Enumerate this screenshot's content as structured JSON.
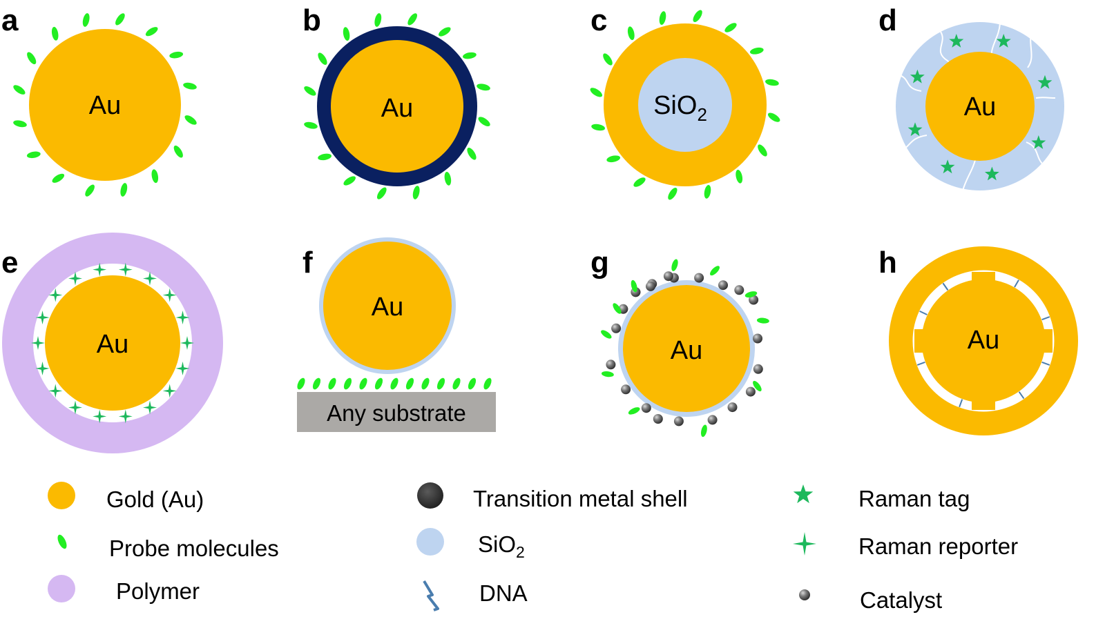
{
  "panels": [
    {
      "letter": "a",
      "core_label": "Au"
    },
    {
      "letter": "b",
      "core_label": "Au"
    },
    {
      "letter": "c",
      "core_label": "SiO",
      "core_sub": "2"
    },
    {
      "letter": "d",
      "core_label": "Au"
    },
    {
      "letter": "e",
      "core_label": "Au"
    },
    {
      "letter": "f",
      "core_label": "Au",
      "substrate_label": "Any substrate"
    },
    {
      "letter": "g",
      "core_label": "Au"
    },
    {
      "letter": "h",
      "core_label": "Au"
    }
  ],
  "legend": [
    {
      "icon": "gold-circle-icon",
      "label": "Gold (Au)"
    },
    {
      "icon": "probe-molecule-icon",
      "label": "Probe molecules"
    },
    {
      "icon": "polymer-circle-icon",
      "label": "Polymer"
    },
    {
      "icon": "transition-metal-circle-icon",
      "label": "Transition metal shell"
    },
    {
      "icon": "sio2-circle-icon",
      "label": "SiO",
      "sub": "2"
    },
    {
      "icon": "dna-icon",
      "label": "DNA"
    },
    {
      "icon": "raman-tag-star-icon",
      "label": "Raman tag"
    },
    {
      "icon": "raman-reporter-star-icon",
      "label": "Raman reporter"
    },
    {
      "icon": "catalyst-sphere-icon",
      "label": "Catalyst"
    }
  ],
  "colors": {
    "gold": "#FBBA00",
    "probe": "#22EE22",
    "shell_dark": "#0A2060",
    "silica": "#BED4F0",
    "polymer": "#D5B8F2",
    "raman": "#1DB85C",
    "substrate": "#ABA9A6",
    "catalyst": "#4A4A4A"
  }
}
